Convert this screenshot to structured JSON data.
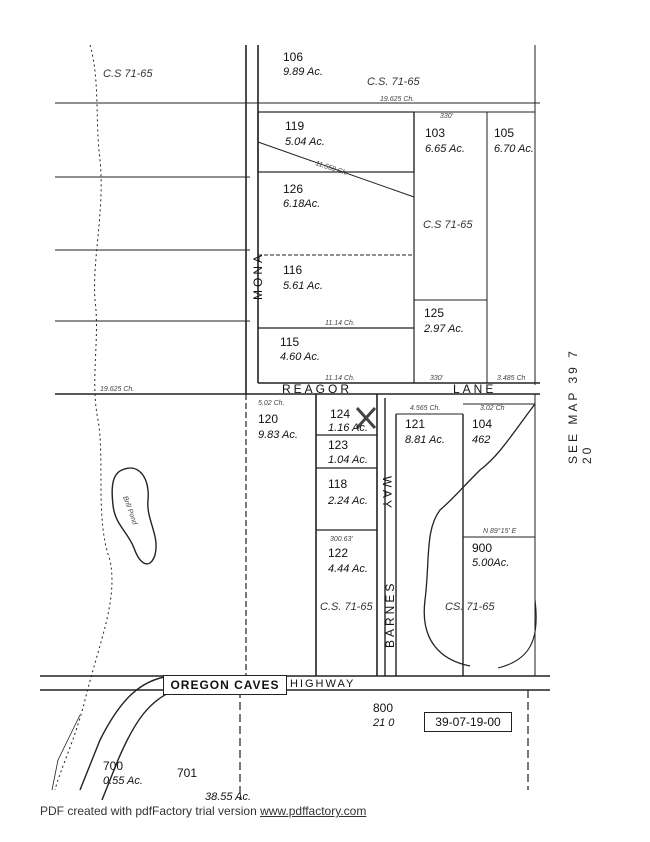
{
  "parcels": [
    {
      "id": "106",
      "acres": "9.89 Ac."
    },
    {
      "id": "119",
      "acres": "5.04 Ac."
    },
    {
      "id": "103",
      "acres": "6.65 Ac."
    },
    {
      "id": "105",
      "acres": "6.70 Ac."
    },
    {
      "id": "126",
      "acres": "6.18Ac."
    },
    {
      "id": "116",
      "acres": "5.61 Ac."
    },
    {
      "id": "125",
      "acres": "2.97 Ac."
    },
    {
      "id": "115",
      "acres": "4.60 Ac."
    },
    {
      "id": "120",
      "acres": "9.83 Ac."
    },
    {
      "id": "124",
      "acres": "1.16 Ac."
    },
    {
      "id": "123",
      "acres": "1.04 Ac."
    },
    {
      "id": "121",
      "acres": "8.81 Ac."
    },
    {
      "id": "104",
      "acres": "462"
    },
    {
      "id": "118",
      "acres": "2.24 Ac."
    },
    {
      "id": "122",
      "acres": "4.44 Ac."
    },
    {
      "id": "900",
      "acres": "5.00Ac."
    },
    {
      "id": "800",
      "acres": "21 0"
    },
    {
      "id": "700",
      "acres": "0.55 Ac."
    },
    {
      "id": "701",
      "acres": "38.55 Ac."
    }
  ],
  "survey_refs": [
    "C.S 71-65",
    "C.S. 71-65",
    "C.S 71-65",
    "C.S. 71-65",
    "CS. 71-65"
  ],
  "roads": {
    "mona": "MONA",
    "reagor": "REAGOR",
    "lane": "LANE",
    "way": "WAY",
    "barnes": "BARNES",
    "oregon_caves": "OREGON CAVES",
    "highway": "HIGHWAY"
  },
  "measurements": {
    "top_chain": "19.625 Ch.",
    "mid_chain": "11.14 Ch.",
    "reagor_left": "19.625 Ch.",
    "reagor_mid": "11.14 Ch.",
    "reagor_right": "3.485 Ch",
    "ft_330_a": "330'",
    "ft_330_b": "330'",
    "diag": "11.558 Ch.",
    "ch_502": "5.02 Ch.",
    "ch_4565": "4.565 Ch.",
    "ch_302": "3.02 Ch",
    "ft_30063": "300.63'",
    "bearing": "N 89°15' E",
    "pond": "Brill Pond"
  },
  "map_id": "39-07-19-00",
  "see_map": "SEE MAP 39 7 20",
  "footer": {
    "prefix": "PDF created with pdfFactory trial version ",
    "link": "www.pdffactory.com"
  }
}
